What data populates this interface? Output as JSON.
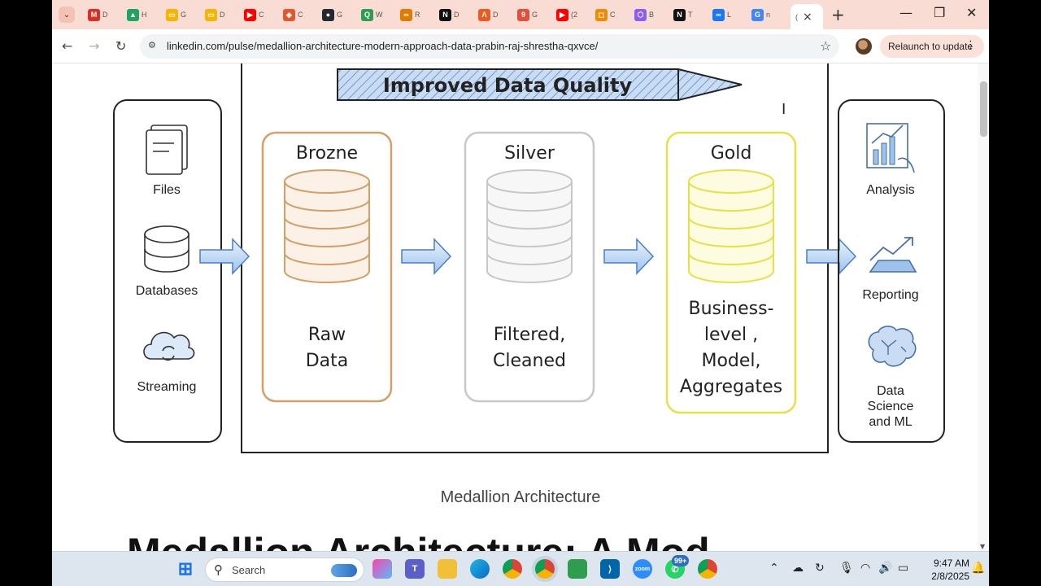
{
  "tabs": [
    {
      "letter": "D",
      "icon": "gmail-icon",
      "color": "#d93025",
      "glyph": "M"
    },
    {
      "letter": "H",
      "icon": "google-drive-icon",
      "color": "#1ea362",
      "glyph": "▲"
    },
    {
      "letter": "G",
      "icon": "google-slides-icon",
      "color": "#f4b400",
      "glyph": "▭"
    },
    {
      "letter": "D",
      "icon": "google-slides-icon",
      "color": "#f4b400",
      "glyph": "▭"
    },
    {
      "letter": "C",
      "icon": "youtube-icon",
      "color": "#ff0000",
      "glyph": "▶"
    },
    {
      "letter": "C",
      "icon": "cube-icon",
      "color": "#e4572e",
      "glyph": "◈"
    },
    {
      "letter": "G",
      "icon": "github-icon",
      "color": "#24292f",
      "glyph": "●"
    },
    {
      "letter": "W",
      "icon": "quora-icon",
      "color": "#2e9d4f",
      "glyph": "Q"
    },
    {
      "letter": "R",
      "icon": "links-icon",
      "color": "#e07b00",
      "glyph": "∞"
    },
    {
      "letter": "D",
      "icon": "notion-icon",
      "color": "#111111",
      "glyph": "N"
    },
    {
      "letter": "D",
      "icon": "airflow-icon",
      "color": "#ea5b23",
      "glyph": "Λ"
    },
    {
      "letter": "G",
      "icon": "pinterest-icon",
      "color": "#e34f3b",
      "glyph": "9"
    },
    {
      "letter": "(2",
      "icon": "youtube-icon",
      "color": "#ff0000",
      "glyph": "▶"
    },
    {
      "letter": "C",
      "icon": "box-icon",
      "color": "#f08a00",
      "glyph": "◻"
    },
    {
      "letter": "B",
      "icon": "hexagon-icon",
      "color": "#8b5cf6",
      "glyph": "⬡"
    },
    {
      "letter": "T",
      "icon": "notion-icon",
      "color": "#111111",
      "glyph": "N"
    },
    {
      "letter": "L",
      "icon": "meta-icon",
      "color": "#1877f2",
      "glyph": "∞"
    },
    {
      "letter": "n",
      "icon": "google-icon",
      "color": "#4285f4",
      "glyph": "G"
    }
  ],
  "browser": {
    "url": "linkedin.com/pulse/medallion-architecture-modern-approach-data-prabin-raj-shrestha-qxvce/",
    "relaunch_label": "Relaunch to update"
  },
  "diagram": {
    "banner": "Improved Data Quality",
    "sources": [
      {
        "label": "Files",
        "icon": "files-icon"
      },
      {
        "label": "Databases",
        "icon": "database-icon"
      },
      {
        "label": "Streaming",
        "icon": "cloud-sync-icon"
      }
    ],
    "layers": [
      {
        "title": "Brozne",
        "lines": [
          "Raw",
          "Data"
        ],
        "color": "#d4a06a",
        "fill": "#fbf1e6"
      },
      {
        "title": "Silver",
        "lines": [
          "Filtered,",
          "Cleaned"
        ],
        "color": "#c8c8c8",
        "fill": "#f7f7f7"
      },
      {
        "title": "Gold",
        "lines": [
          "Business-",
          "level ,",
          "Model,",
          "Aggregates"
        ],
        "color": "#e8e04a",
        "fill": "#fdfbe0"
      }
    ],
    "outputs": [
      {
        "label": "Analysis",
        "icon": "bar-chart-icon"
      },
      {
        "label": "Reporting",
        "icon": "trend-line-icon"
      },
      {
        "label": "Data Science and ML",
        "lines": [
          "Data",
          "Science",
          "and ML"
        ],
        "icon": "brain-icon"
      }
    ]
  },
  "caption": "Medallion Architecture",
  "article_heading": "Medallion Architecture: A Mod",
  "taskbar": {
    "search_placeholder": "Search",
    "whatsapp_badge": "99+",
    "time": "9:47 AM",
    "date": "2/8/2025"
  }
}
